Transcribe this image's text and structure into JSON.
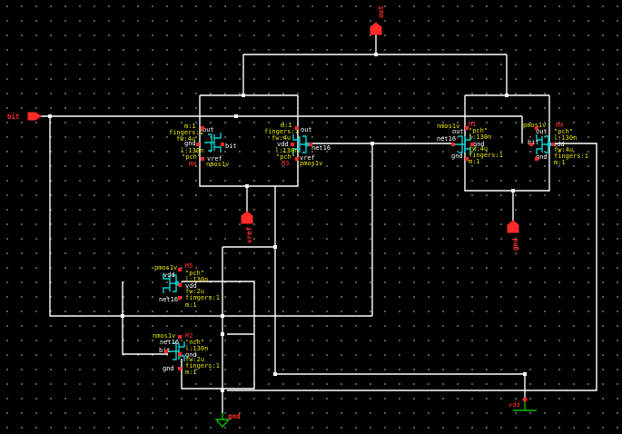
{
  "pins": {
    "out": "out",
    "bit": "bit",
    "vref": "vref",
    "gnd": "gnd",
    "vdd": "vdd",
    "gnd_bottom": "gnd"
  },
  "devices": [
    {
      "id": "M0",
      "lines": [
        "m:1",
        "fingers:1",
        "fw:4u",
        "l:130n",
        "\"pch\""
      ],
      "pins": [
        "gnd",
        "out",
        "bit",
        "vref"
      ],
      "model": "nmos1v"
    },
    {
      "id": "M3",
      "lines": [
        "m:1",
        "fingers:1",
        "fw:4u",
        "l:130n",
        "\"pch\""
      ],
      "pins": [
        "out",
        "vdd",
        "net16",
        "vref"
      ],
      "model": "pmos1v"
    },
    {
      "id": "M1",
      "model": "nmos1v",
      "lines": [
        "\"pch\"",
        "l:130n",
        "fw:4u",
        "fingers:1",
        "m:1"
      ],
      "pins": [
        "out",
        "net16",
        "gnd",
        "gnd"
      ]
    },
    {
      "id": "M4",
      "model": "pmos1v",
      "lines": [
        "\"pch\"",
        "l:130n",
        "fw:4u",
        "fingers:1",
        "m:1"
      ],
      "pins": [
        "out",
        "bit",
        "vdd",
        "gnd"
      ]
    },
    {
      "id": "M5",
      "model": "pmos1v",
      "lines": [
        "\"pch\"",
        "l:130n",
        "fw:2u",
        "fingers:1",
        "m:1"
      ],
      "pins": [
        "vdd",
        "vdd",
        "net16"
      ]
    },
    {
      "id": "M2",
      "model": "nmos1v",
      "lines": [
        "\"nch\"",
        "l:130n",
        "fw:2u",
        "fingers:1",
        "m:1"
      ],
      "pins": [
        "net16",
        "bit",
        "gnd",
        "gnd"
      ]
    }
  ]
}
